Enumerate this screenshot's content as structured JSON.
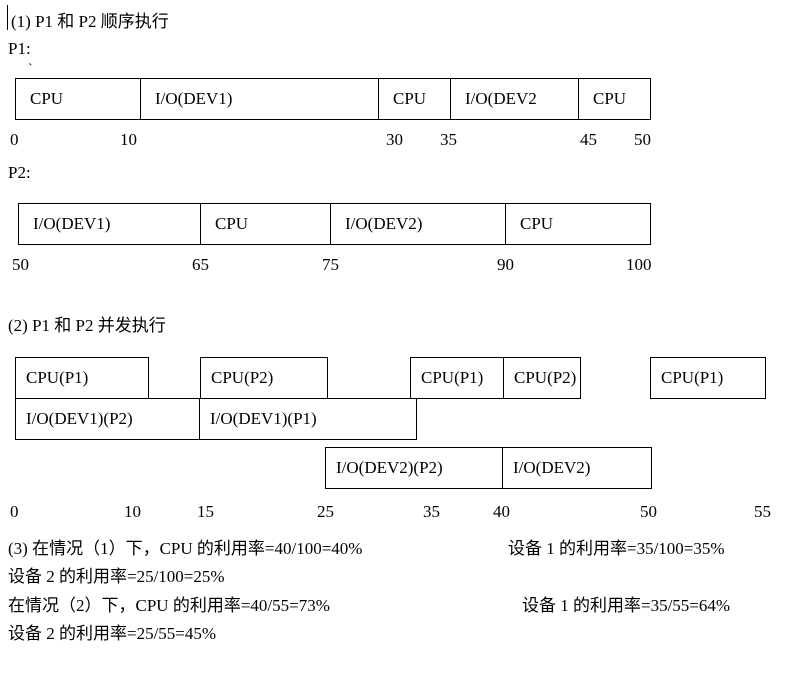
{
  "colors": {
    "background": "#ffffff",
    "ink": "#000000"
  },
  "sequential": {
    "heading": "(1) P1 和 P2 顺序执行",
    "p1": {
      "label": "P1:",
      "stray_mark": "`",
      "segments": [
        {
          "name": "CPU",
          "start": 0,
          "end": 10
        },
        {
          "name": "I/O(DEV1)",
          "start": 10,
          "end": 30
        },
        {
          "name": "CPU",
          "start": 30,
          "end": 35
        },
        {
          "name": "I/O(DEV2",
          "start": 35,
          "end": 45
        },
        {
          "name": "CPU",
          "start": 45,
          "end": 50
        }
      ],
      "ticks": [
        "0",
        "10",
        "30",
        "35",
        "45",
        "50"
      ]
    },
    "p2": {
      "label": "P2:",
      "segments": [
        {
          "name": "I/O(DEV1)",
          "start": 50,
          "end": 65
        },
        {
          "name": "CPU",
          "start": 65,
          "end": 75
        },
        {
          "name": "I/O(DEV2)",
          "start": 75,
          "end": 90
        },
        {
          "name": "CPU",
          "start": 90,
          "end": 100
        }
      ],
      "ticks": [
        "50",
        "65",
        "75",
        "90",
        "100"
      ]
    }
  },
  "concurrent": {
    "heading": "(2) P1 和 P2 并发执行",
    "cpu_row": [
      {
        "name": "CPU(P1)",
        "start": 0,
        "end": 10
      },
      {
        "name": "CPU(P2)",
        "start": 15,
        "end": 25
      },
      {
        "name": "CPU(P1)",
        "start": 35,
        "end": 40
      },
      {
        "name": "CPU(P2)",
        "start": 40,
        "end": 50
      },
      {
        "name": "CPU(P1)",
        "start": 50,
        "end": 55
      }
    ],
    "dev1_row": [
      {
        "name": "I/O(DEV1)(P2)",
        "start": 0,
        "end": 15
      },
      {
        "name": "I/O(DEV1)(P1)",
        "start": 15,
        "end": 35
      }
    ],
    "dev2_row": [
      {
        "name": "I/O(DEV2)(P2)",
        "start": 25,
        "end": 40
      },
      {
        "name": "I/O(DEV2)",
        "start": 40,
        "end": 50
      }
    ],
    "ticks": [
      "0",
      "10",
      "15",
      "25",
      "35",
      "40",
      "50",
      "55"
    ]
  },
  "results": {
    "line1_left": "(3) 在情况（1）下，CPU 的利用率=40/100=40%",
    "line1_right": "设备 1 的利用率=35/100=35%",
    "line2": "设备 2 的利用率=25/100=25%",
    "line3_left": "在情况（2）下，CPU 的利用率=40/55=73%",
    "line3_right": "设备 1 的利用率=35/55=64%",
    "line4": "设备 2 的利用率=25/55=45%"
  }
}
